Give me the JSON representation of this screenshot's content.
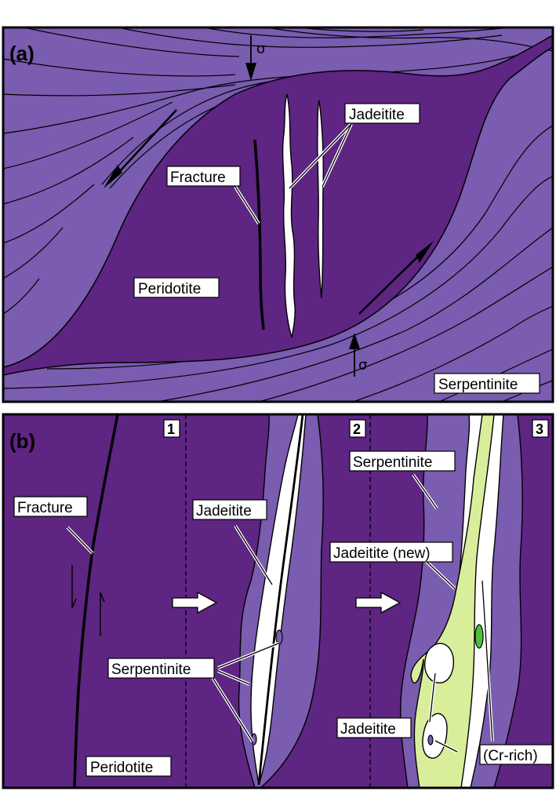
{
  "colors": {
    "serpentinite": "#7a5cb0",
    "peridotite": "#5e2583",
    "jadeitite": "#ffffff",
    "jadeitite_new": "#d9ee9a",
    "cr_rich": "#4fbf3a",
    "outline": "#000000"
  },
  "panel_a": {
    "tag": "(a)",
    "stress_top": "σ",
    "stress_bottom": "σ",
    "labels": {
      "jadeitite": "Jadeitite",
      "fracture": "Fracture",
      "peridotite": "Peridotite",
      "serpentinite": "Serpentinite"
    }
  },
  "panel_b": {
    "tag": "(b)",
    "stages": [
      "1",
      "2",
      "3"
    ],
    "labels": {
      "fracture": "Fracture",
      "jadeitite_1": "Jadeitite",
      "serpentinite_1": "Serpentinite",
      "peridotite": "Peridotite",
      "serpentinite_2": "Serpentinite",
      "jadeitite_new": "Jadeitite (new)",
      "jadeitite_2": "Jadeitite",
      "cr_rich": "(Cr-rich)"
    }
  }
}
